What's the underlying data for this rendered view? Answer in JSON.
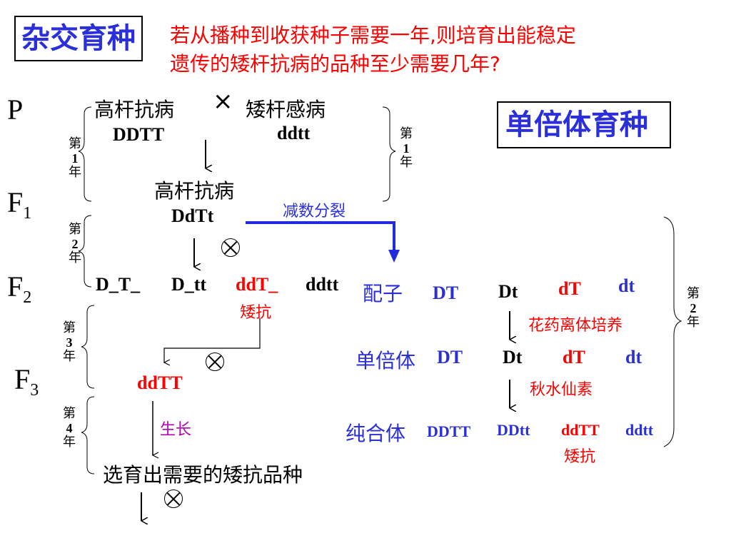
{
  "title_box": "杂交育种",
  "question_line1": "若从播种到收获种子需要一年,则培育出能稳定",
  "question_line2": "遗传的矮杆抗病的品种至少需要几年?",
  "haploid_box": "单倍体育种",
  "gen": {
    "P": "P",
    "F": "F",
    "s1": "1",
    "s2": "2",
    "s3": "3"
  },
  "parents": {
    "p1": "高杆抗病",
    "cross": "×",
    "p2": "矮杆感病",
    "g1": "DDTT",
    "g2": "ddtt"
  },
  "f1": {
    "phen": "高杆抗病",
    "gen": "DdTt"
  },
  "meiosis": "减数分裂",
  "f2": {
    "a": "D_T_",
    "b": "D_tt",
    "c": "ddT_",
    "d": "ddtt",
    "c_note": "矮抗"
  },
  "f3": "ddTT",
  "grow": "生长",
  "select": "选育出需要的矮抗品种",
  "year_labels": {
    "left1": [
      "第",
      "1",
      "年"
    ],
    "left2": [
      "第",
      "2",
      "年"
    ],
    "left3": [
      "第",
      "3",
      "年"
    ],
    "left4": [
      "第",
      "4",
      "年"
    ],
    "right1": [
      "第",
      "1",
      "年"
    ],
    "right2": [
      "第",
      "2",
      "年"
    ]
  },
  "haploid": {
    "gamete_label": "配子",
    "gametes": [
      "DT",
      "Dt",
      "dT",
      "dt"
    ],
    "anther": "花药离体培养",
    "haploid_label": "单倍体",
    "haploids": [
      "DT",
      "Dt",
      "dT",
      "dt"
    ],
    "colchicine": "秋水仙素",
    "pure_label": "纯合体",
    "pures": [
      "DDTT",
      "DDtt",
      "ddTT",
      "ddtt"
    ],
    "pure_note": "矮抗"
  },
  "colors": {
    "red": "#ff0000",
    "blue": "#2a2fd9",
    "purple": "#b000b0"
  }
}
